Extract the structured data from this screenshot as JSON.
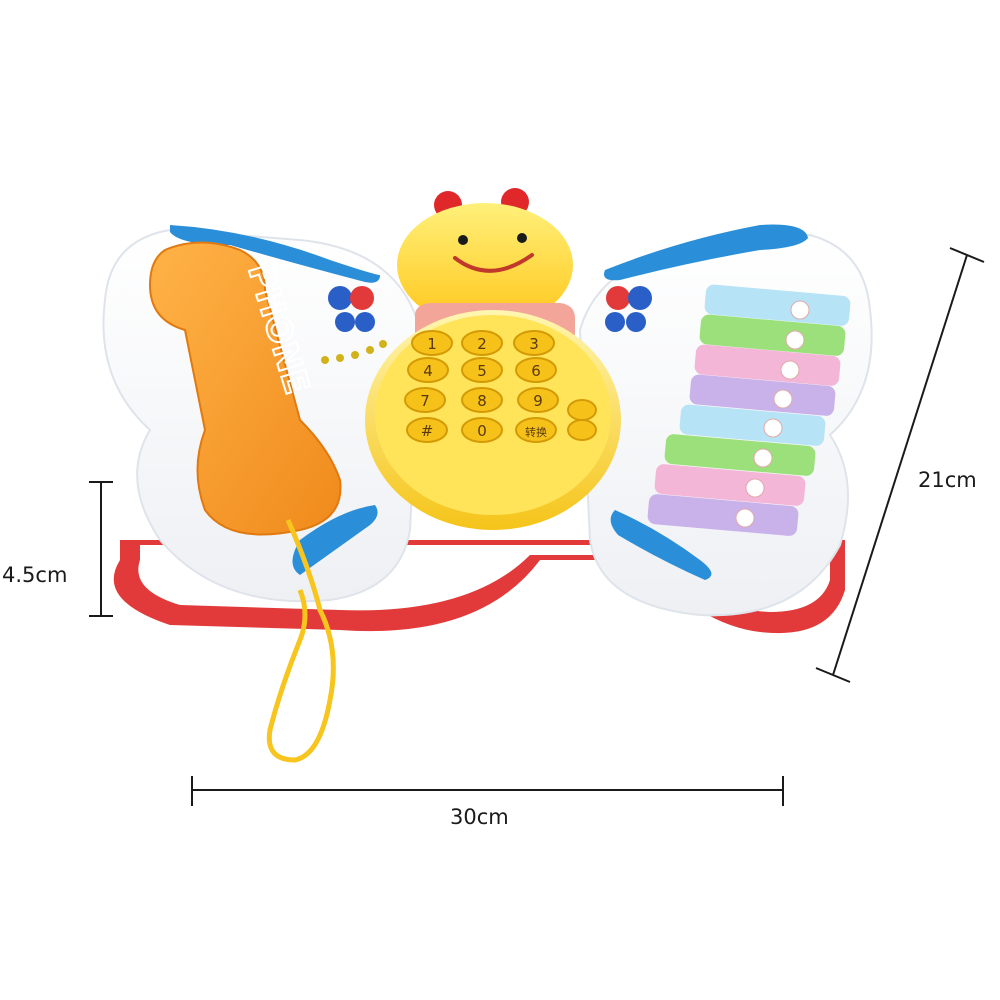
{
  "dimensions": {
    "width": "30cm",
    "height": "21cm",
    "depth": "4.5cm"
  },
  "toy": {
    "handset_text": "PHONE",
    "keypad_keys": [
      "1",
      "2",
      "3",
      "4",
      "5",
      "6",
      "7",
      "8",
      "9",
      "#",
      "0",
      "转换"
    ],
    "colors": {
      "handset": "#f7a233",
      "face": "#ffd83a",
      "keypad": "#f6c21a",
      "wing_blue": "#2a8fd8",
      "base_red": "#e23a3a",
      "antenna": "#e0282b"
    },
    "piano_key_colors": [
      "#b6e3f5",
      "#9be07a",
      "#f4b6d7",
      "#c9b1ea",
      "#b6e3f5",
      "#9be07a",
      "#f4b6d7",
      "#c9b1ea"
    ]
  }
}
